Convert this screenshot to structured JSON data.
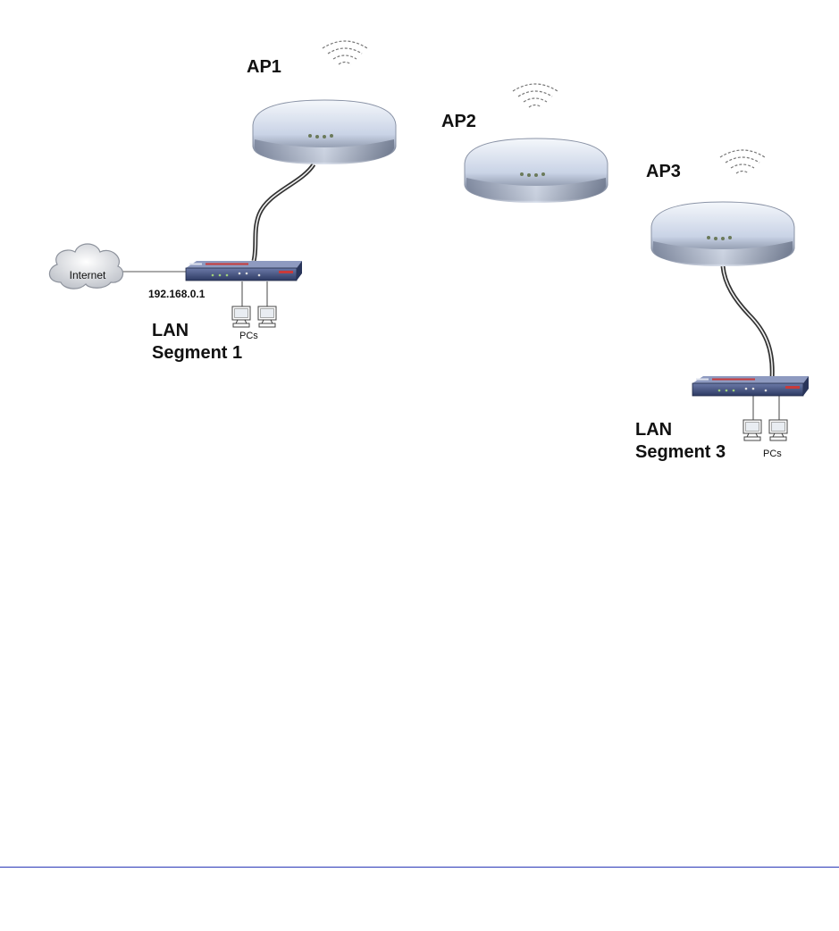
{
  "access_points": [
    {
      "id": "ap1",
      "label": "AP1"
    },
    {
      "id": "ap2",
      "label": "AP2"
    },
    {
      "id": "ap3",
      "label": "AP3"
    }
  ],
  "cloud": {
    "label": "Internet"
  },
  "router1": {
    "ip": "192.168.0.1",
    "pcs_label": "PCs"
  },
  "router3": {
    "pcs_label": "PCs"
  },
  "segments": [
    {
      "line1": "LAN",
      "line2": "Segment 1"
    },
    {
      "line1": "LAN",
      "line2": "Segment 3"
    }
  ],
  "colors": {
    "ap_body": "#c9d3e6",
    "ap_shadow": "#5a6478",
    "router_body": "#3b4a78",
    "cable": "#333333",
    "footer_rule": "#2a39b7"
  },
  "icons": [
    "wifi-signal-icon",
    "cloud-icon",
    "router-icon",
    "pc-icon",
    "access-point-icon"
  ]
}
